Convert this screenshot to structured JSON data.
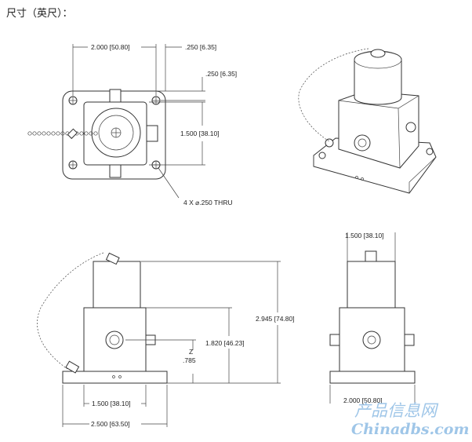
{
  "header": {
    "title": "尺寸（英尺）："
  },
  "top_view": {
    "dims": {
      "width": "2.000 [50.80]",
      "offset_x": ".250 [6.35]",
      "offset_y": ".250 [6.35]",
      "height": "1.500 [38.10]",
      "holes": "4 X ⌀.250 THRU"
    }
  },
  "front_view": {
    "dims": {
      "overall_height": "2.945 [74.80]",
      "block_height": "1.820 [46.23]",
      "z_label": "Z",
      "z_value": ".785",
      "block_width": "1.500 [38.10]",
      "base_width": "2.500 [63.50]"
    }
  },
  "side_view": {
    "dims": {
      "top_width": "1.500 [38.10]",
      "base_width": "2.000 [50.80]"
    }
  },
  "watermark": {
    "line1": "产品信息网",
    "line2": "Chinadbs.com"
  },
  "colors": {
    "line": "#333333",
    "watermark": "#9fc6e8"
  }
}
